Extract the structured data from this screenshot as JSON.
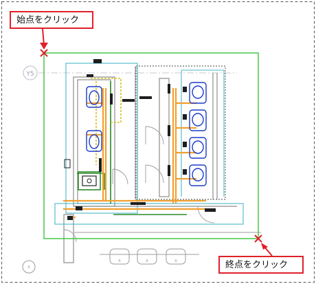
{
  "callouts": {
    "start_label": "始点をクリック",
    "end_label": "終点をクリック"
  },
  "drawing": {
    "grid_label": "Y5",
    "fixture_labels": [
      "A",
      "A",
      "A",
      "A"
    ]
  },
  "colors": {
    "selection_rect": "#39c43a",
    "marker": "#e0202a",
    "pipe_orange": "#f0a030",
    "pipe_yellow": "#d8c020",
    "fixture_blue": "#1a3cc8",
    "wall_cyan": "#48b8c8",
    "grid_line": "#b8b8c8",
    "border_dash": "#555555"
  }
}
